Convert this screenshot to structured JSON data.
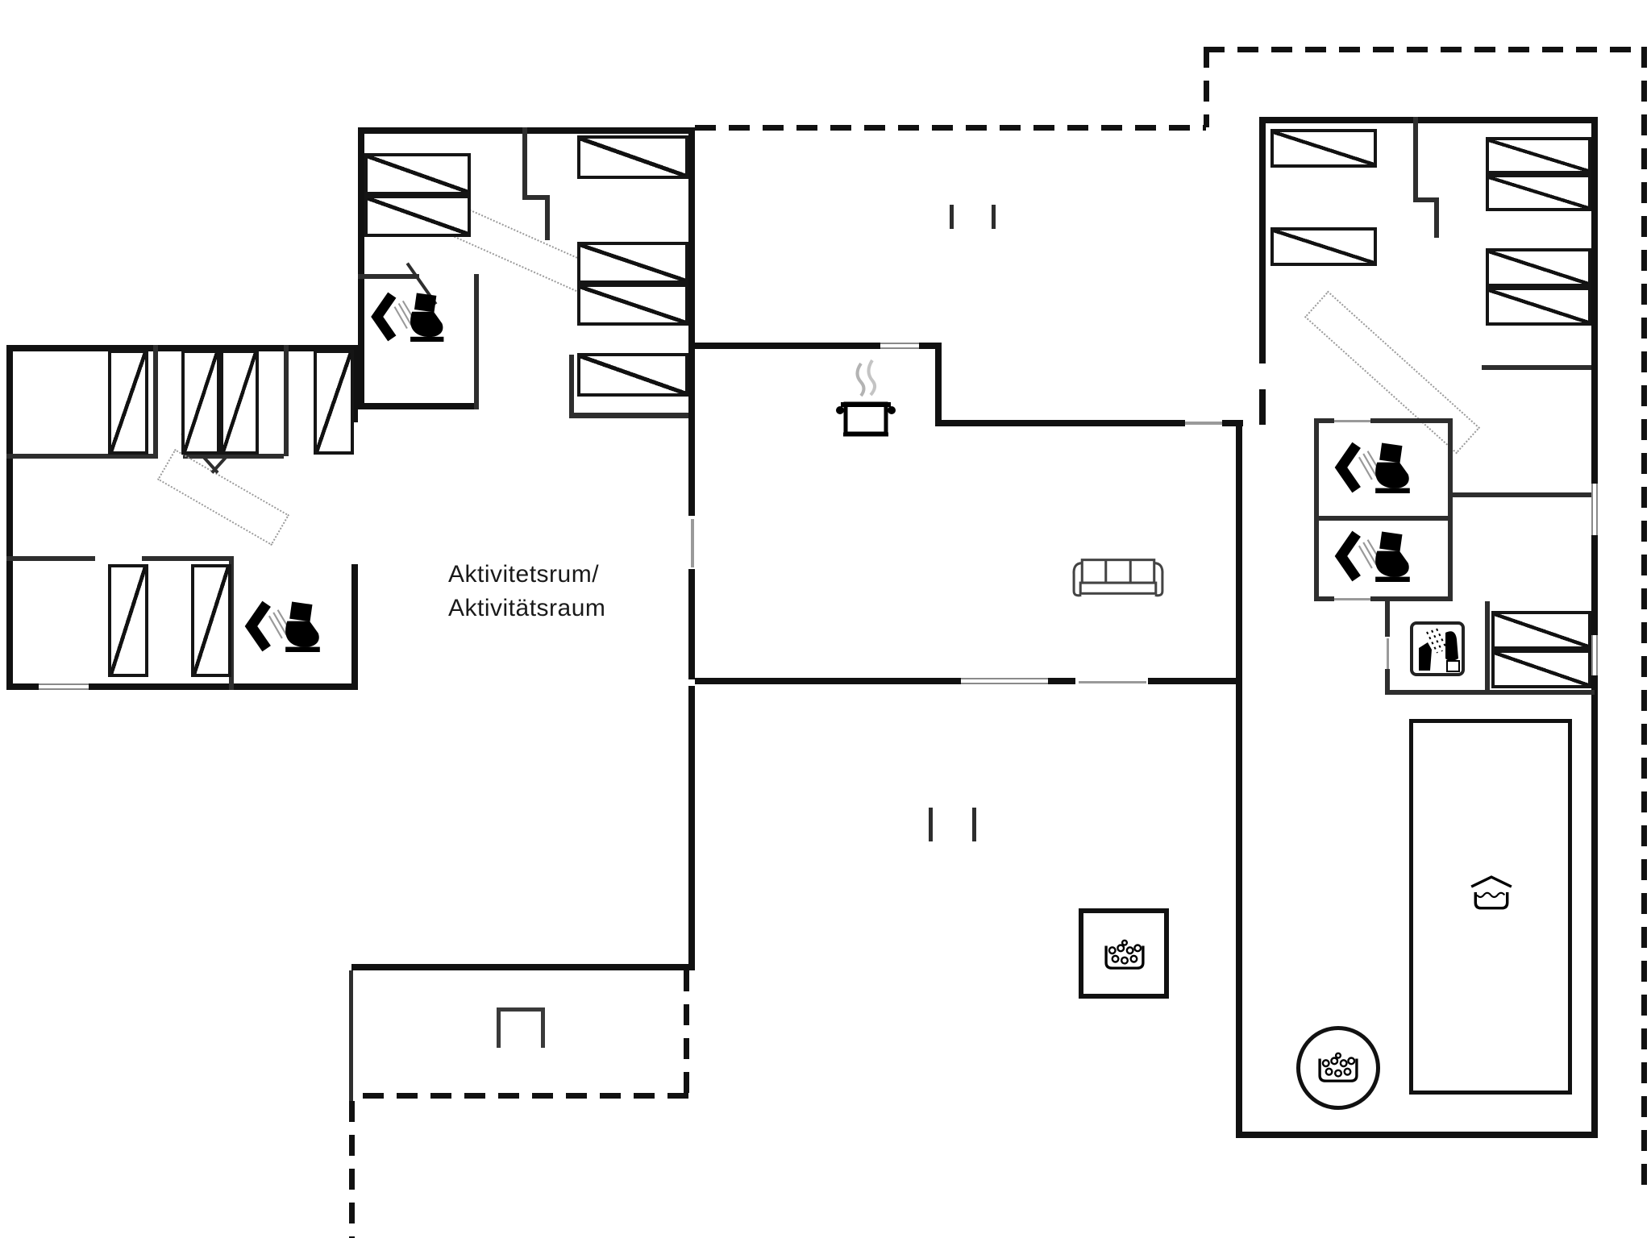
{
  "plan": {
    "type": "floor-plan",
    "labels": {
      "activity_room_line1": "Aktivitetsrum/",
      "activity_room_line2": "Aktivitätsraum"
    },
    "colors": {
      "wall": "#111111",
      "interior_wall": "#2e2e2e",
      "light_line": "#9a9a9a",
      "background": "#ffffff"
    },
    "symbols": [
      {
        "name": "bed-symbol",
        "count": 20
      },
      {
        "name": "toilet-sink-icon",
        "count": 4
      },
      {
        "name": "shower-icon",
        "count": 1
      },
      {
        "name": "cooking-pot-icon",
        "count": 1
      },
      {
        "name": "sofa-icon",
        "count": 1
      },
      {
        "name": "whirlpool-square-icon",
        "count": 1
      },
      {
        "name": "whirlpool-round-icon",
        "count": 1
      },
      {
        "name": "covered-pool-icon",
        "count": 1
      },
      {
        "name": "grill-icon",
        "count": 1
      },
      {
        "name": "terrace-dashed-outline",
        "count": 2
      }
    ]
  }
}
